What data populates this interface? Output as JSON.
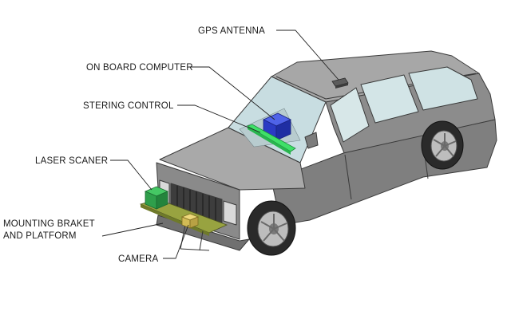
{
  "labels": {
    "gps_antenna": "GPS ANTENNA",
    "on_board_computer": "ON BOARD COMPUTER",
    "steering_control": "STERING CONTROL",
    "laser_scanner": "LASER SCANER",
    "mounting_bracket_line1": "MOUNTING BRAKET",
    "mounting_bracket_line2": "AND PLATFORM",
    "camera": "CAMERA"
  },
  "colors": {
    "body": "#8e8e8e",
    "body_light": "#a4a4a4",
    "body_dark": "#6e6e6e",
    "glass": "#c9dfe3",
    "computer": "#2d3fcf",
    "steering": "#33d35a",
    "laser": "#2fa84e",
    "platform": "#8f9a3c",
    "camera": "#d9c35a"
  }
}
